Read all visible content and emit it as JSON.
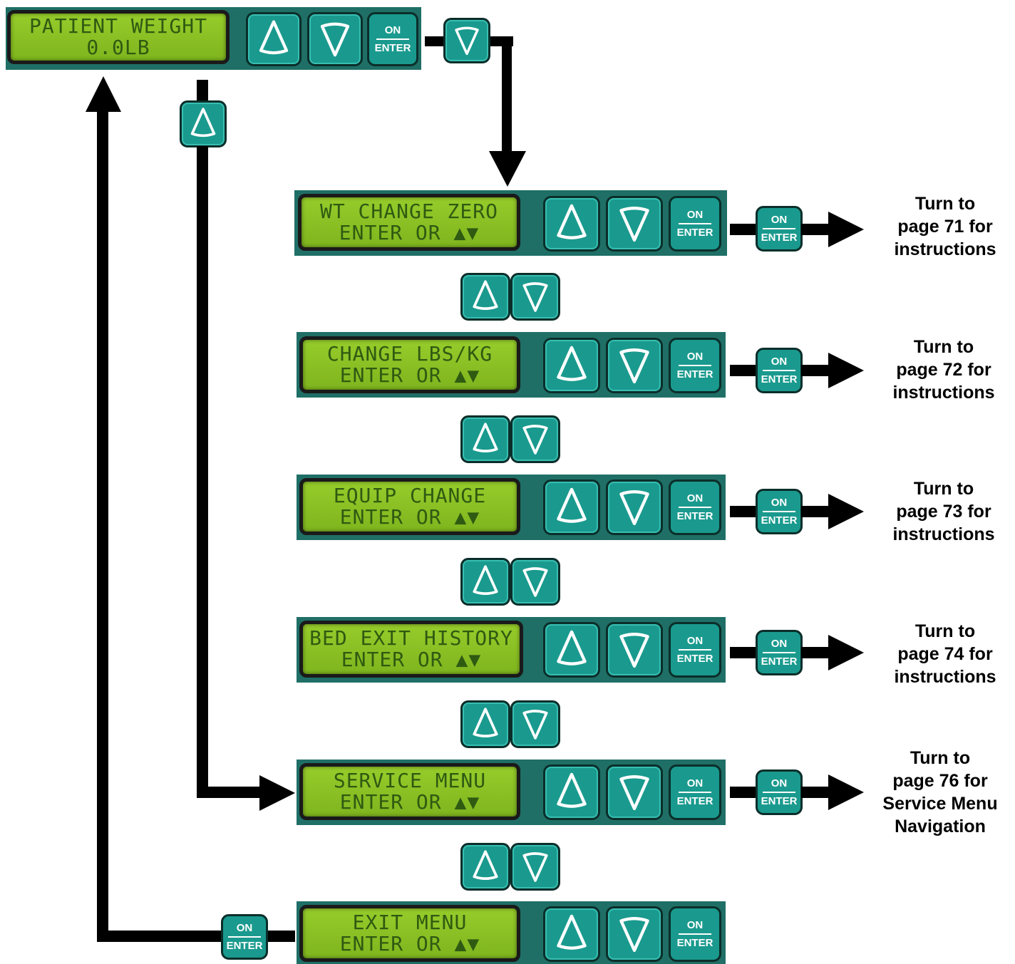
{
  "screens": [
    {
      "line1": "PATIENT WEIGHT",
      "line2": "0.0LB"
    },
    {
      "line1": "WT CHANGE ZERO",
      "line2": "ENTER OR ▲▼"
    },
    {
      "line1": "CHANGE LBS/KG",
      "line2": "ENTER OR ▲▼"
    },
    {
      "line1": "EQUIP CHANGE",
      "line2": "ENTER OR ▲▼"
    },
    {
      "line1": "BED EXIT HISTORY",
      "line2": "ENTER OR ▲▼"
    },
    {
      "line1": "SERVICE MENU",
      "line2": "ENTER OR ▲▼"
    },
    {
      "line1": "EXIT MENU",
      "line2": "ENTER OR ▲▼"
    }
  ],
  "enter_button": {
    "on": "ON",
    "enter": "ENTER"
  },
  "notes": [
    [
      "Turn to",
      "page 71 for",
      "instructions"
    ],
    [
      "Turn to",
      "page 72 for",
      "instructions"
    ],
    [
      "Turn to",
      "page 73 for",
      "instructions"
    ],
    [
      "Turn to",
      "page 74 for",
      "instructions"
    ],
    [
      "Turn to",
      "page 76 for",
      "Service Menu",
      "Navigation"
    ]
  ],
  "colors": {
    "lcd": "#8cc425",
    "panel": "#1f6f66",
    "button": "#1a9a8e",
    "arrow": "#000000"
  }
}
